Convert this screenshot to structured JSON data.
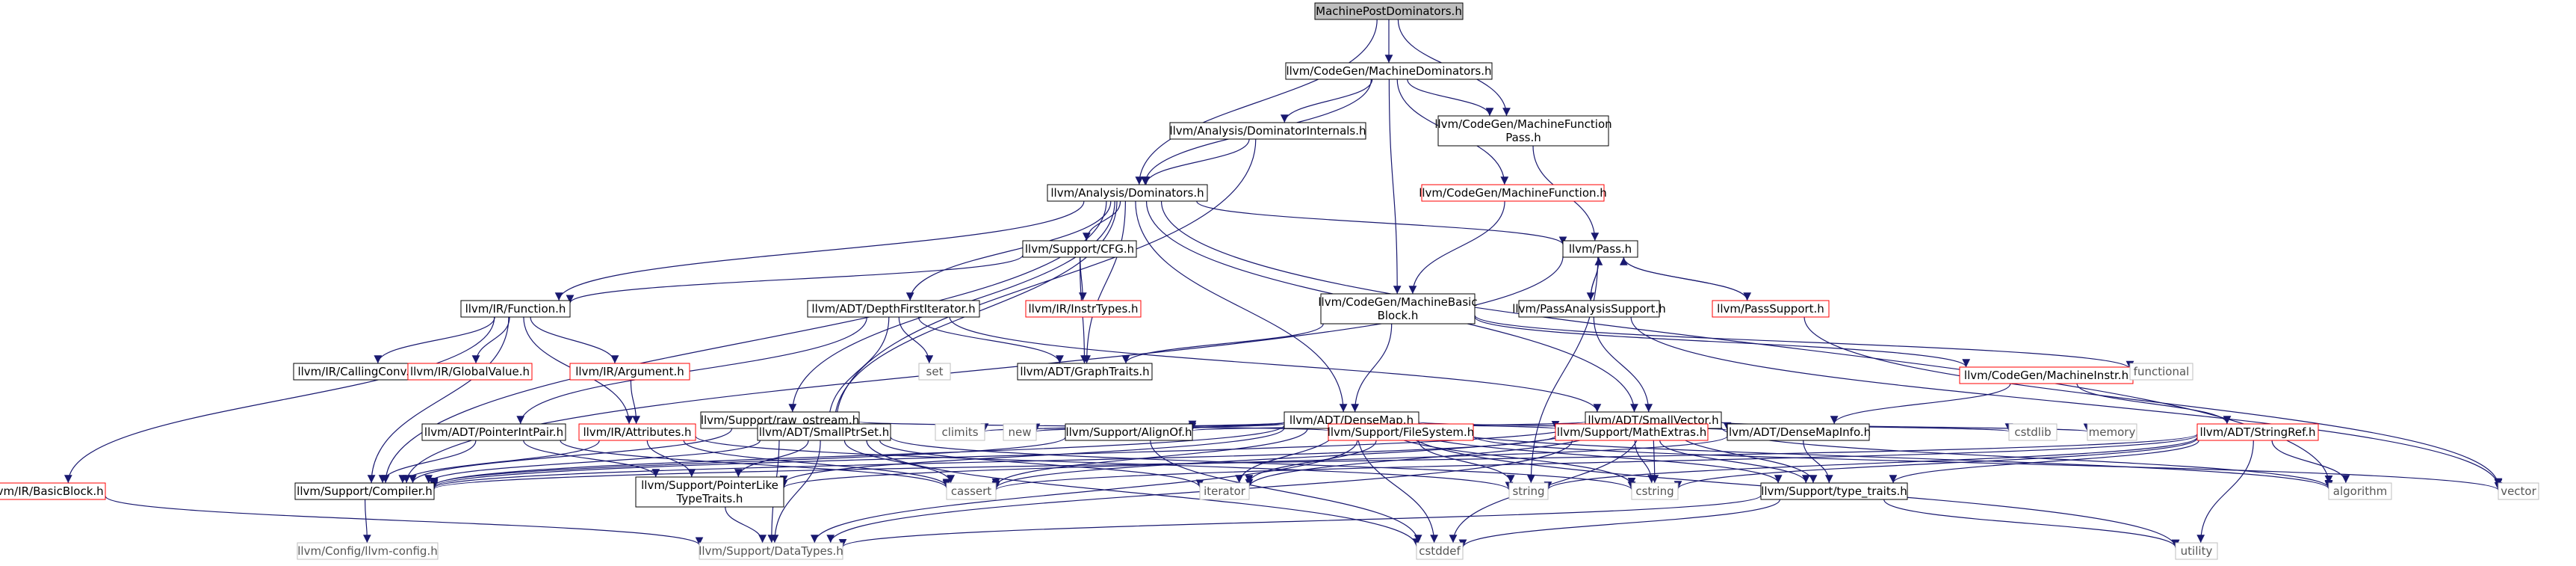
{
  "colors": {
    "edge": "#191970",
    "border_normal": "#000000",
    "border_red": "#ff0000",
    "border_gray": "#bfbfbf",
    "root_fill": "#bfbfbf"
  },
  "graph": {
    "nodes": [
      {
        "id": "root",
        "label": "MachinePostDominators.h",
        "style": "root"
      },
      {
        "id": "machdom",
        "label": "llvm/CodeGen/MachineDominators.h",
        "style": "normal"
      },
      {
        "id": "domint",
        "label": "llvm/Analysis/DominatorInternals.h",
        "style": "normal"
      },
      {
        "id": "mfpass",
        "label": [
          "llvm/CodeGen/MachineFunction",
          "Pass.h"
        ],
        "style": "normal"
      },
      {
        "id": "dom",
        "label": "llvm/Analysis/Dominators.h",
        "style": "normal"
      },
      {
        "id": "mfunc",
        "label": "llvm/CodeGen/MachineFunction.h",
        "style": "red"
      },
      {
        "id": "pass",
        "label": "llvm/Pass.h",
        "style": "normal"
      },
      {
        "id": "cfg",
        "label": "llvm/Support/CFG.h",
        "style": "normal"
      },
      {
        "id": "instrtypes",
        "label": "llvm/IR/InstrTypes.h",
        "style": "red"
      },
      {
        "id": "passanal",
        "label": "llvm/PassAnalysisSupport.h",
        "style": "normal"
      },
      {
        "id": "passsupp",
        "label": "llvm/PassSupport.h",
        "style": "red"
      },
      {
        "id": "irfunc",
        "label": "llvm/IR/Function.h",
        "style": "normal"
      },
      {
        "id": "dfi",
        "label": "llvm/ADT/DepthFirstIterator.h",
        "style": "normal"
      },
      {
        "id": "mbb",
        "label": [
          "llvm/CodeGen/MachineBasic",
          "Block.h"
        ],
        "style": "normal"
      },
      {
        "id": "minstr",
        "label": "llvm/CodeGen/MachineInstr.h",
        "style": "red"
      },
      {
        "id": "functional",
        "label": "functional",
        "style": "gray"
      },
      {
        "id": "callconv",
        "label": "llvm/IR/CallingConv.h",
        "style": "normal"
      },
      {
        "id": "globalval",
        "label": "llvm/IR/GlobalValue.h",
        "style": "red"
      },
      {
        "id": "argument",
        "label": "llvm/IR/Argument.h",
        "style": "red"
      },
      {
        "id": "set",
        "label": "set",
        "style": "gray"
      },
      {
        "id": "graphtraits",
        "label": "llvm/ADT/GraphTraits.h",
        "style": "normal"
      },
      {
        "id": "rawos",
        "label": "llvm/Support/raw_ostream.h",
        "style": "normal"
      },
      {
        "id": "densemap",
        "label": "llvm/ADT/DenseMap.h",
        "style": "normal"
      },
      {
        "id": "smallvec",
        "label": "llvm/ADT/SmallVector.h",
        "style": "normal"
      },
      {
        "id": "bb",
        "label": "llvm/IR/BasicBlock.h",
        "style": "red"
      },
      {
        "id": "ptrintpair",
        "label": "llvm/ADT/PointerIntPair.h",
        "style": "normal"
      },
      {
        "id": "attrs",
        "label": "llvm/IR/Attributes.h",
        "style": "red"
      },
      {
        "id": "smallptrset",
        "label": "llvm/ADT/SmallPtrSet.h",
        "style": "normal"
      },
      {
        "id": "climits",
        "label": "climits",
        "style": "gray"
      },
      {
        "id": "new",
        "label": "new",
        "style": "gray"
      },
      {
        "id": "alignof",
        "label": "llvm/Support/AlignOf.h",
        "style": "normal"
      },
      {
        "id": "filesystem",
        "label": "llvm/Support/FileSystem.h",
        "style": "red"
      },
      {
        "id": "mathext",
        "label": "llvm/Support/MathExtras.h",
        "style": "red"
      },
      {
        "id": "densemapinfo",
        "label": "llvm/ADT/DenseMapInfo.h",
        "style": "normal"
      },
      {
        "id": "cstdlib",
        "label": "cstdlib",
        "style": "gray"
      },
      {
        "id": "memory",
        "label": "memory",
        "style": "gray"
      },
      {
        "id": "stringref",
        "label": "llvm/ADT/StringRef.h",
        "style": "red"
      },
      {
        "id": "compiler",
        "label": "llvm/Support/Compiler.h",
        "style": "normal"
      },
      {
        "id": "ptrlike",
        "label": [
          "llvm/Support/PointerLike",
          "TypeTraits.h"
        ],
        "style": "normal"
      },
      {
        "id": "cassert",
        "label": "cassert",
        "style": "gray"
      },
      {
        "id": "iterator",
        "label": "iterator",
        "style": "gray"
      },
      {
        "id": "string",
        "label": "string",
        "style": "gray"
      },
      {
        "id": "cstring",
        "label": "cstring",
        "style": "gray"
      },
      {
        "id": "typetraits",
        "label": "llvm/Support/type_traits.h",
        "style": "normal"
      },
      {
        "id": "algorithm",
        "label": "algorithm",
        "style": "gray"
      },
      {
        "id": "vector",
        "label": "vector",
        "style": "gray"
      },
      {
        "id": "llvmconfig",
        "label": "llvm/Config/llvm-config.h",
        "style": "gray"
      },
      {
        "id": "datatypes",
        "label": "llvm/Support/DataTypes.h",
        "style": "gray"
      },
      {
        "id": "cstddef",
        "label": "cstddef",
        "style": "gray"
      },
      {
        "id": "utility",
        "label": "utility",
        "style": "gray"
      }
    ],
    "edges": [
      [
        "root",
        "machdom"
      ],
      [
        "root",
        "dom"
      ],
      [
        "root",
        "mfpass"
      ],
      [
        "machdom",
        "domint"
      ],
      [
        "machdom",
        "dom"
      ],
      [
        "machdom",
        "mfpass"
      ],
      [
        "machdom",
        "mfunc"
      ],
      [
        "machdom",
        "mbb"
      ],
      [
        "domint",
        "dom"
      ],
      [
        "domint",
        "smallptrset"
      ],
      [
        "mfpass",
        "pass"
      ],
      [
        "mfunc",
        "mbb"
      ],
      [
        "dom",
        "pass"
      ],
      [
        "dom",
        "cfg"
      ],
      [
        "dom",
        "dfi"
      ],
      [
        "dom",
        "graphtraits"
      ],
      [
        "dom",
        "rawos"
      ],
      [
        "dom",
        "densemap"
      ],
      [
        "dom",
        "smallvec"
      ],
      [
        "dom",
        "compiler"
      ],
      [
        "dom",
        "algorithm"
      ],
      [
        "dom",
        "smallptrset"
      ],
      [
        "dom",
        "irfunc"
      ],
      [
        "pass",
        "passanal"
      ],
      [
        "pass",
        "passsupp"
      ],
      [
        "pass",
        "compiler"
      ],
      [
        "pass",
        "string"
      ],
      [
        "passanal",
        "pass"
      ],
      [
        "passanal",
        "smallvec"
      ],
      [
        "passanal",
        "vector"
      ],
      [
        "passsupp",
        "pass"
      ],
      [
        "passsupp",
        "vector"
      ],
      [
        "cfg",
        "instrtypes"
      ],
      [
        "cfg",
        "graphtraits"
      ],
      [
        "cfg",
        "irfunc"
      ],
      [
        "irfunc",
        "callconv"
      ],
      [
        "irfunc",
        "globalval"
      ],
      [
        "irfunc",
        "argument"
      ],
      [
        "irfunc",
        "attrs"
      ],
      [
        "irfunc",
        "bb"
      ],
      [
        "irfunc",
        "compiler"
      ],
      [
        "argument",
        "attrs"
      ],
      [
        "dfi",
        "set"
      ],
      [
        "dfi",
        "graphtraits"
      ],
      [
        "dfi",
        "smallptrset"
      ],
      [
        "dfi",
        "smallvec"
      ],
      [
        "dfi",
        "ptrintpair"
      ],
      [
        "mbb",
        "graphtraits"
      ],
      [
        "mbb",
        "minstr"
      ],
      [
        "mbb",
        "functional"
      ],
      [
        "mbb",
        "densemap"
      ],
      [
        "minstr",
        "stringref"
      ],
      [
        "minstr",
        "densemapinfo"
      ],
      [
        "rawos",
        "compiler"
      ],
      [
        "rawos",
        "datatypes"
      ],
      [
        "rawos",
        "filesystem"
      ],
      [
        "densemap",
        "alignof"
      ],
      [
        "densemap",
        "compiler"
      ],
      [
        "densemap",
        "mathext"
      ],
      [
        "densemap",
        "ptrlike"
      ],
      [
        "densemap",
        "typetraits"
      ],
      [
        "densemap",
        "densemapinfo"
      ],
      [
        "densemap",
        "algorithm"
      ],
      [
        "densemap",
        "cassert"
      ],
      [
        "densemap",
        "climits"
      ],
      [
        "densemap",
        "cstddef"
      ],
      [
        "densemap",
        "cstring"
      ],
      [
        "densemap",
        "iterator"
      ],
      [
        "densemap",
        "new"
      ],
      [
        "densemap",
        "utility"
      ],
      [
        "smallvec",
        "alignof"
      ],
      [
        "smallvec",
        "compiler"
      ],
      [
        "smallvec",
        "mathext"
      ],
      [
        "smallvec",
        "typetraits"
      ],
      [
        "smallvec",
        "algorithm"
      ],
      [
        "smallvec",
        "cassert"
      ],
      [
        "smallvec",
        "cstddef"
      ],
      [
        "smallvec",
        "cstdlib"
      ],
      [
        "smallvec",
        "cstring"
      ],
      [
        "smallvec",
        "iterator"
      ],
      [
        "smallvec",
        "memory"
      ],
      [
        "bb",
        "datatypes"
      ],
      [
        "ptrintpair",
        "compiler"
      ],
      [
        "ptrintpair",
        "ptrlike"
      ],
      [
        "ptrintpair",
        "cassert"
      ],
      [
        "attrs",
        "compiler"
      ],
      [
        "attrs",
        "ptrlike"
      ],
      [
        "attrs",
        "cassert"
      ],
      [
        "attrs",
        "string"
      ],
      [
        "smallptrset",
        "compiler"
      ],
      [
        "smallptrset",
        "datatypes"
      ],
      [
        "smallptrset",
        "ptrlike"
      ],
      [
        "smallptrset",
        "cassert"
      ],
      [
        "smallptrset",
        "cstddef"
      ],
      [
        "smallptrset",
        "cstring"
      ],
      [
        "smallptrset",
        "iterator"
      ],
      [
        "alignof",
        "compiler"
      ],
      [
        "alignof",
        "cstddef"
      ],
      [
        "filesystem",
        "datatypes"
      ],
      [
        "filesystem",
        "string"
      ],
      [
        "filesystem",
        "iterator"
      ],
      [
        "filesystem",
        "vector"
      ],
      [
        "mathext",
        "compiler"
      ],
      [
        "mathext",
        "datatypes"
      ],
      [
        "mathext",
        "typetraits"
      ],
      [
        "mathext",
        "cstring"
      ],
      [
        "densemapinfo",
        "ptrlike"
      ],
      [
        "densemapinfo",
        "typetraits"
      ],
      [
        "stringref",
        "compiler"
      ],
      [
        "stringref",
        "typetraits"
      ],
      [
        "stringref",
        "algorithm"
      ],
      [
        "stringref",
        "cassert"
      ],
      [
        "stringref",
        "cstring"
      ],
      [
        "stringref",
        "string"
      ],
      [
        "stringref",
        "utility"
      ],
      [
        "compiler",
        "llvmconfig"
      ],
      [
        "ptrlike",
        "datatypes"
      ],
      [
        "typetraits",
        "datatypes"
      ],
      [
        "typetraits",
        "cstddef"
      ],
      [
        "typetraits",
        "utility"
      ]
    ]
  }
}
